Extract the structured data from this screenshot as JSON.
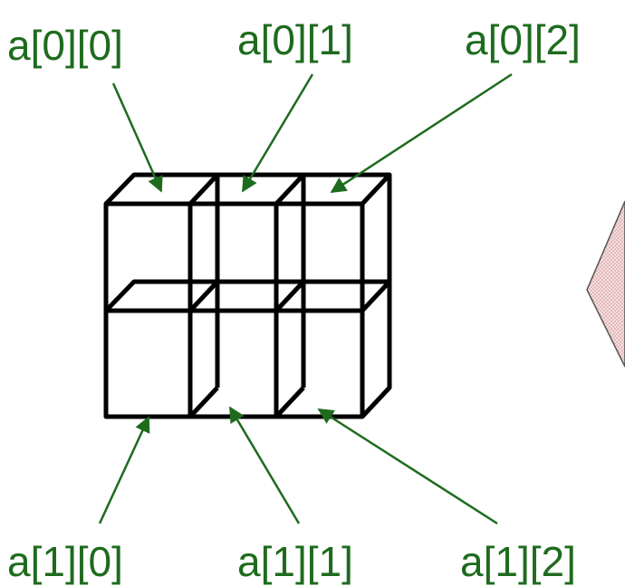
{
  "colors": {
    "label": "#1e6b1e",
    "arrow": "#1e6b1e",
    "grid_stroke": "#000000",
    "shape_fill": "#f6dede",
    "shape_dots": "#c89090"
  },
  "labels": {
    "a00": "a[0][0]",
    "a01": "a[0][1]",
    "a02": "a[0][2]",
    "a10": "a[1][0]",
    "a11": "a[1][1]",
    "a12": "a[1][2]"
  }
}
